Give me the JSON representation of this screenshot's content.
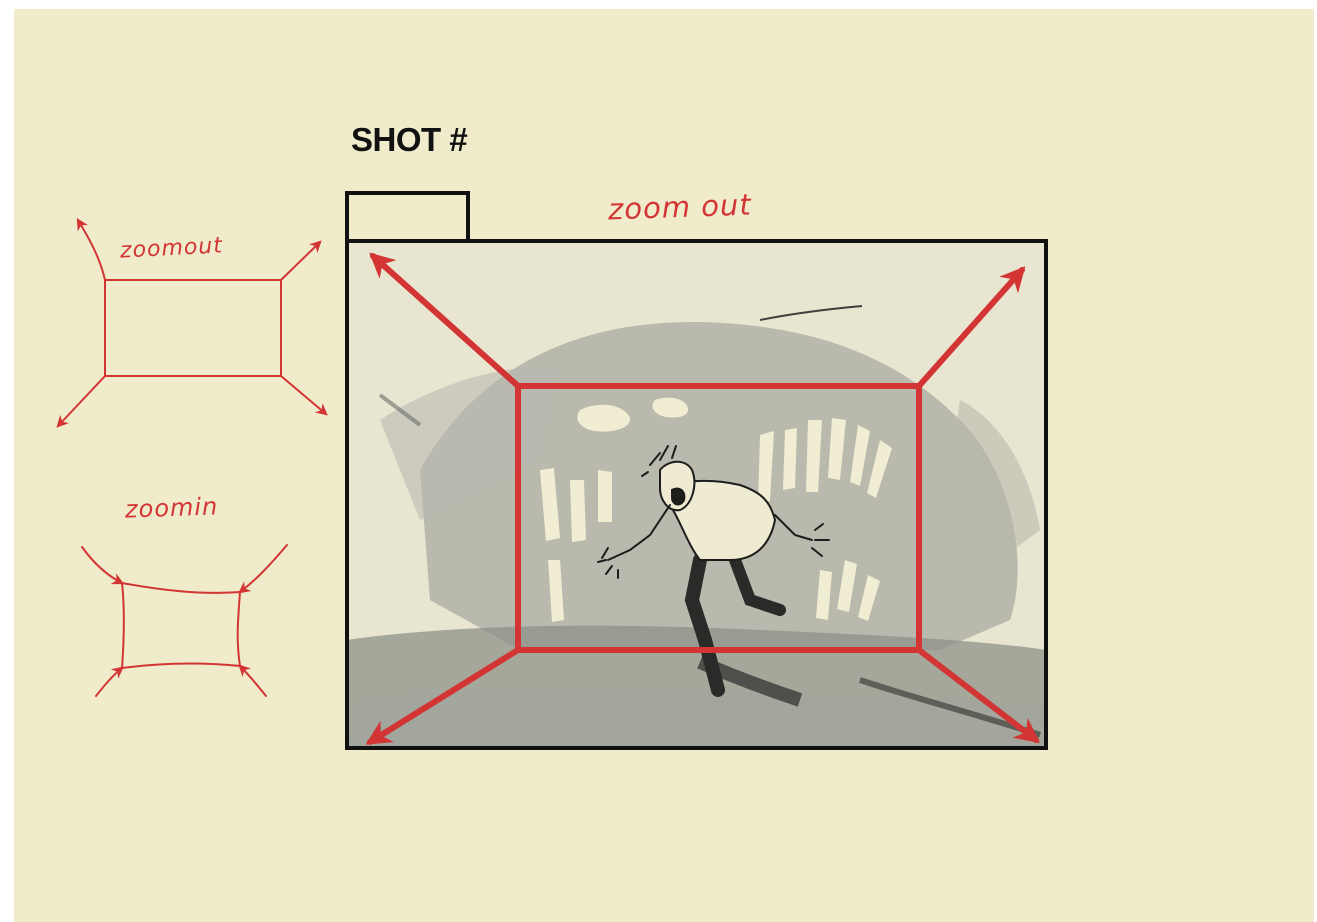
{
  "shot_label": "SHOT #",
  "annotations": {
    "main": "zoom out",
    "legend_out": "zoomout",
    "legend_in": "zoomin"
  },
  "colors": {
    "paper": "#efebcb",
    "annotation_red": "#d33535",
    "frame_black": "#111111"
  }
}
